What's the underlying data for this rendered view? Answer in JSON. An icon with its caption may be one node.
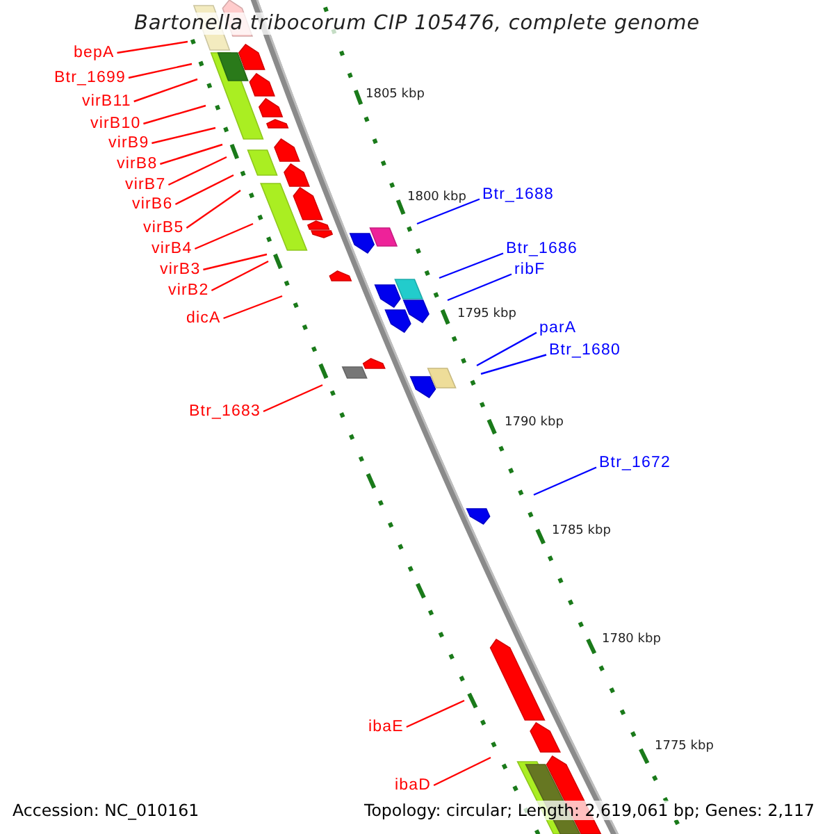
{
  "diagram": {
    "title": "Bartonella tribocorum CIP 105476, complete genome",
    "nodes": [
      {
        "text": [
          "bepA"
        ]
      },
      {
        "text": [
          "Btr_1699"
        ]
      },
      {
        "text": [
          "virB11"
        ]
      },
      {
        "text": [
          "virB10"
        ]
      },
      {
        "text": [
          "virB9"
        ]
      },
      {
        "text": [
          "virB8"
        ]
      },
      {
        "text": [
          "virB7"
        ]
      },
      {
        "text": [
          "virB6"
        ]
      },
      {
        "text": [
          "virB5"
        ]
      },
      {
        "text": [
          "virB4"
        ]
      },
      {
        "text": [
          "virB3"
        ]
      },
      {
        "text": [
          "virB2"
        ]
      },
      {
        "text": [
          "dicA"
        ]
      },
      {
        "text": [
          "Btr_1683"
        ]
      },
      {
        "text": [
          "ibaE"
        ]
      },
      {
        "text": [
          "ibaD"
        ]
      },
      {
        "text": [
          "Btr_1688"
        ]
      },
      {
        "text": [
          "Btr_1686"
        ]
      },
      {
        "text": [
          "ribF"
        ]
      },
      {
        "text": [
          "parA"
        ]
      },
      {
        "text": [
          "Btr_1680"
        ]
      },
      {
        "text": [
          "Btr_1672"
        ]
      }
    ],
    "edges": [
      {
        "from": 0,
        "to": null,
        "arrow": "none"
      },
      {
        "from": 1,
        "to": null,
        "arrow": "none"
      },
      {
        "from": 2,
        "to": null,
        "arrow": "none"
      },
      {
        "from": 3,
        "to": null,
        "arrow": "none"
      },
      {
        "from": 4,
        "to": null,
        "arrow": "none"
      },
      {
        "from": 5,
        "to": null,
        "arrow": "none"
      },
      {
        "from": 6,
        "to": null,
        "arrow": "none"
      },
      {
        "from": 7,
        "to": null,
        "arrow": "none"
      },
      {
        "from": 8,
        "to": null,
        "arrow": "none"
      },
      {
        "from": 9,
        "to": null,
        "arrow": "none"
      },
      {
        "from": 10,
        "to": null,
        "arrow": "none"
      },
      {
        "from": 11,
        "to": null,
        "arrow": "none"
      },
      {
        "from": 12,
        "to": null,
        "arrow": "none"
      },
      {
        "from": 13,
        "to": null,
        "arrow": "none"
      },
      {
        "from": 14,
        "to": null,
        "arrow": "none"
      },
      {
        "from": 15,
        "to": null,
        "arrow": "none"
      },
      {
        "from": 16,
        "to": null,
        "arrow": "none",
        "color": "#0000ff"
      },
      {
        "from": 17,
        "to": null,
        "arrow": "none",
        "color": "#0000ff"
      },
      {
        "from": 18,
        "to": null,
        "arrow": "none",
        "color": "#0000ff"
      },
      {
        "from": 19,
        "to": null,
        "arrow": "none",
        "color": "#0000ff"
      },
      {
        "from": 20,
        "to": null,
        "arrow": "none",
        "color": "#0000ff"
      },
      {
        "from": 21,
        "to": null,
        "arrow": "none",
        "color": "#0000ff"
      }
    ],
    "labels": [
      "1805 kbp",
      "1800 kbp",
      "1795 kbp",
      "1790 kbp",
      "1785 kbp",
      "1780 kbp",
      "1775 kbp",
      "Accession: NC_010161",
      "Topology: circular; Length: 2,619,061 bp; Genes: 2,117"
    ]
  }
}
